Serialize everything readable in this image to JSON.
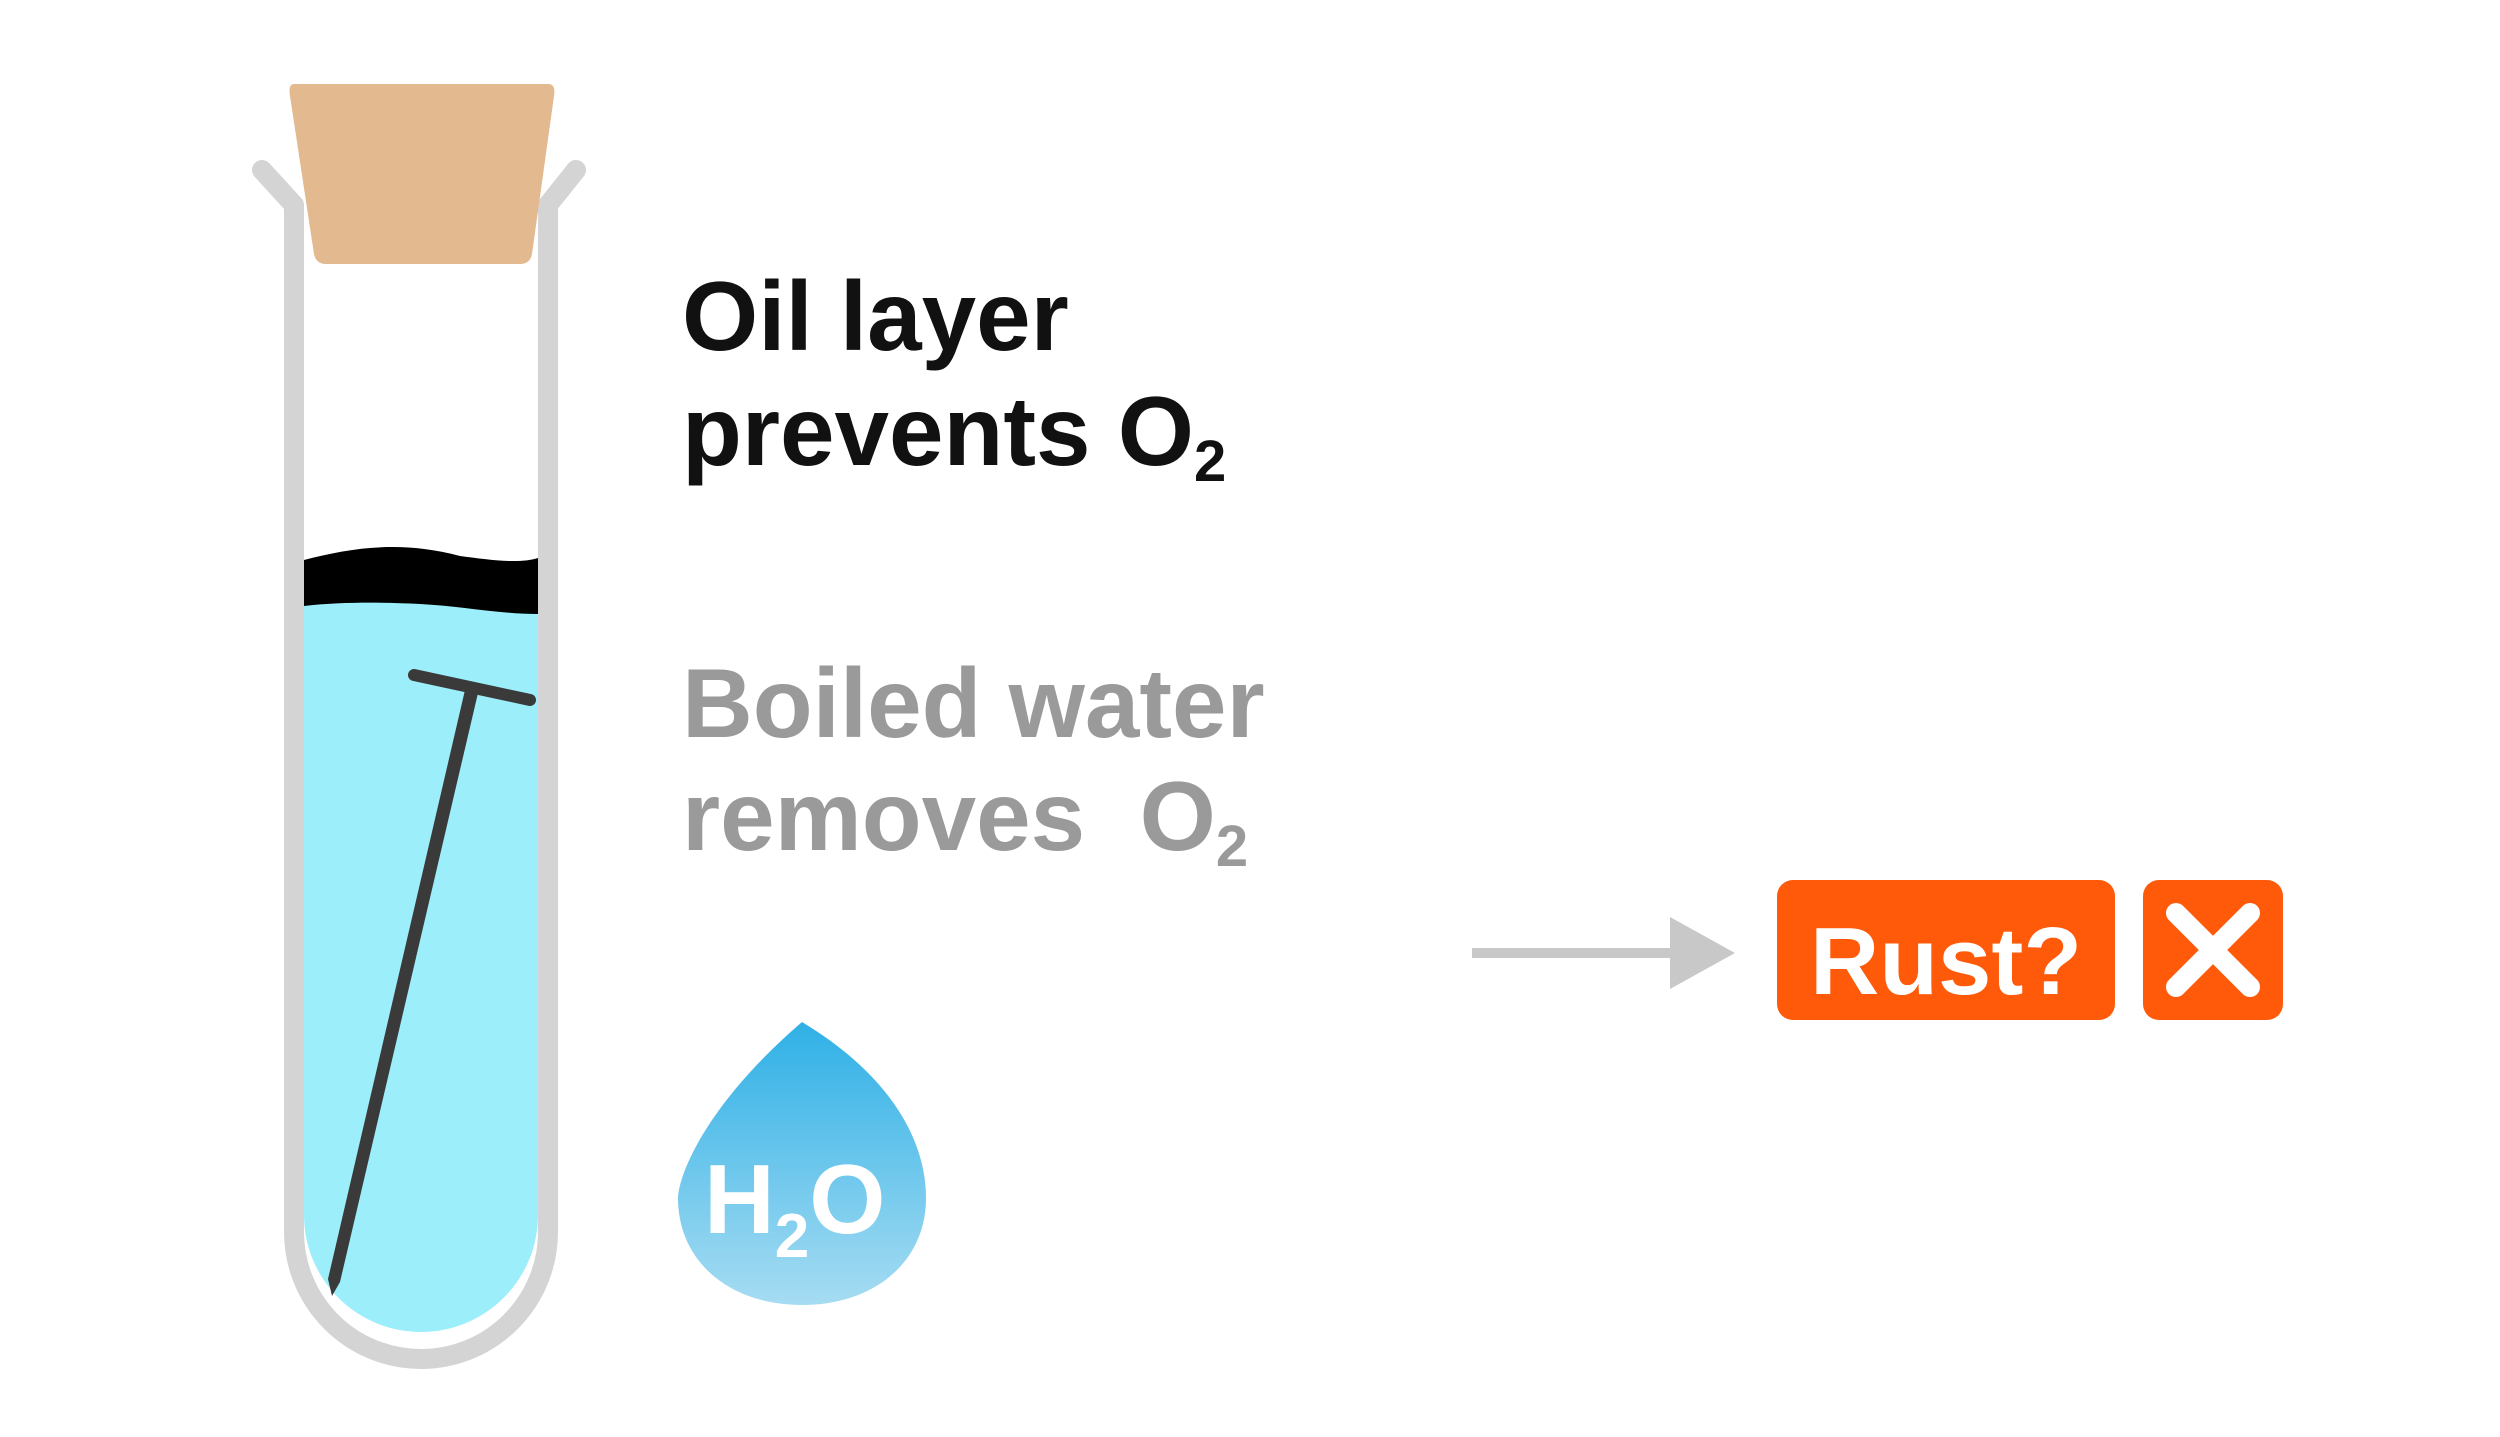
{
  "oil_label": {
    "line1": "Oil layer",
    "line2_main": "prevents O",
    "line2_sub": "2",
    "color": "#111111"
  },
  "water_label": {
    "line1": "Boiled water",
    "line2_main": "removes  O",
    "line2_sub": "2",
    "color": "#9a9a9a"
  },
  "drop": {
    "h": "H",
    "sub": "2",
    "o": "O",
    "top_color": "#2fb0e6",
    "bottom_color": "#a6dcf2"
  },
  "result": {
    "question": "Rust?",
    "answer_icon": "cross-icon",
    "badge_color": "#ff5a0a"
  },
  "colors": {
    "cork": "#e3b98f",
    "tube": "#d4d4d4",
    "water": "#9beefa",
    "oil": "#000000",
    "nail": "#3a3a3a",
    "arrow": "#c8c8c8"
  }
}
